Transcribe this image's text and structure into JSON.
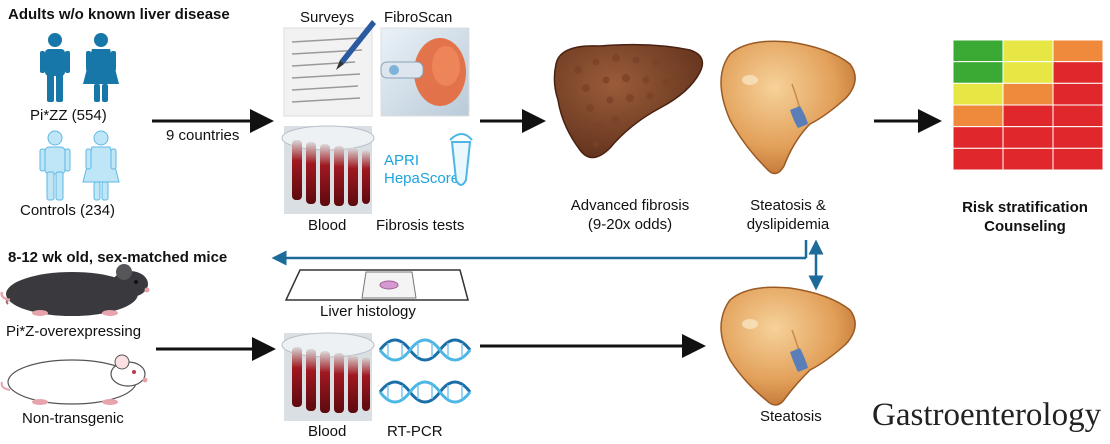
{
  "human": {
    "title": "Adults  w/o known liver disease",
    "piZZ_label": "Pi*ZZ  (554)",
    "controls_label": "Controls (234)",
    "countries_label": "9 countries"
  },
  "tests": {
    "surveys": "Surveys",
    "fibroscan": "FibroScan",
    "blood": "Blood",
    "fibrosis_tests": "Fibrosis tests",
    "apri": "APRI",
    "hepascore": "HepaScore"
  },
  "outcomes": {
    "advanced_fibrosis_line1": "Advanced fibrosis",
    "advanced_fibrosis_line2": "(9-20x odds)",
    "steatosis_dys_line1": "Steatosis &",
    "steatosis_dys_line2": "dyslipidemia",
    "risk_line1": "Risk stratification",
    "risk_line2": "Counseling"
  },
  "mice": {
    "title": "8-12 wk old, sex-matched mice",
    "piz_label": "Pi*Z-overexpressing",
    "nontransgenic_label": "Non-transgenic",
    "histology": "Liver histology",
    "blood": "Blood",
    "rtpcr": "RT-PCR",
    "steatosis": "Steatosis"
  },
  "journal": "Gastroenterology",
  "colors": {
    "dark_blue_person": "#1777a8",
    "light_blue_person": "#bfe6f7",
    "blue_arrow": "#1d6b9a",
    "heat_green": "#3aaa35",
    "heat_yellow": "#e6e645",
    "heat_orange": "#ef8a3c",
    "heat_red": "#e0282c"
  },
  "heatmap": [
    [
      "green",
      "yellow",
      "orange"
    ],
    [
      "green",
      "yellow",
      "red"
    ],
    [
      "yellow",
      "orange",
      "red"
    ],
    [
      "orange",
      "red",
      "red"
    ],
    [
      "red",
      "red",
      "red"
    ],
    [
      "red",
      "red",
      "red"
    ]
  ]
}
